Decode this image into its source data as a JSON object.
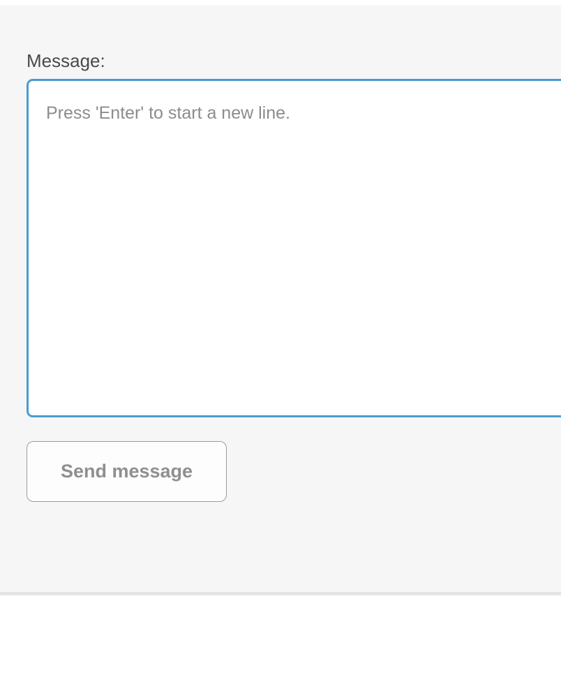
{
  "form": {
    "message_label": "Message:",
    "textarea": {
      "placeholder": "Press 'Enter' to start a new line.",
      "value": ""
    },
    "send_button_label": "Send message"
  },
  "colors": {
    "panel_background": "#f5f6f5",
    "textarea_border_focus": "#4a9cce",
    "textarea_background": "#ffffff",
    "placeholder_text": "#8c8c8c",
    "label_text": "#4a4a4a",
    "button_text": "#8f8f8f",
    "button_border": "#9b9b9b",
    "button_background": "#fdfdfd",
    "divider": "#e4e4e4",
    "lower_section_background": "#ffffff"
  }
}
